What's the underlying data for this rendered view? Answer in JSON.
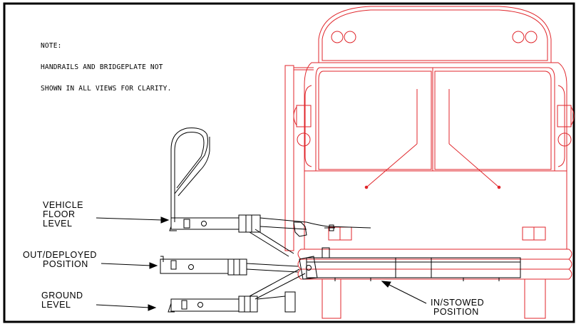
{
  "note": {
    "heading": "NOTE:",
    "line1": "HANDRAILS AND BRIDGEPLATE NOT",
    "line2": "SHOWN IN ALL VIEWS FOR CLARITY."
  },
  "labels": {
    "vehicle_floor": [
      "VEHICLE",
      "FLOOR",
      "LEVEL"
    ],
    "out_deployed": [
      "OUT/DEPLOYED",
      "POSITION"
    ],
    "ground": [
      "GROUND",
      "LEVEL"
    ],
    "in_stowed": [
      "IN/STOWED",
      "POSITION"
    ]
  },
  "colors": {
    "bus_line": "#e0262b",
    "lift_line": "#000000",
    "frame": "#000000"
  }
}
